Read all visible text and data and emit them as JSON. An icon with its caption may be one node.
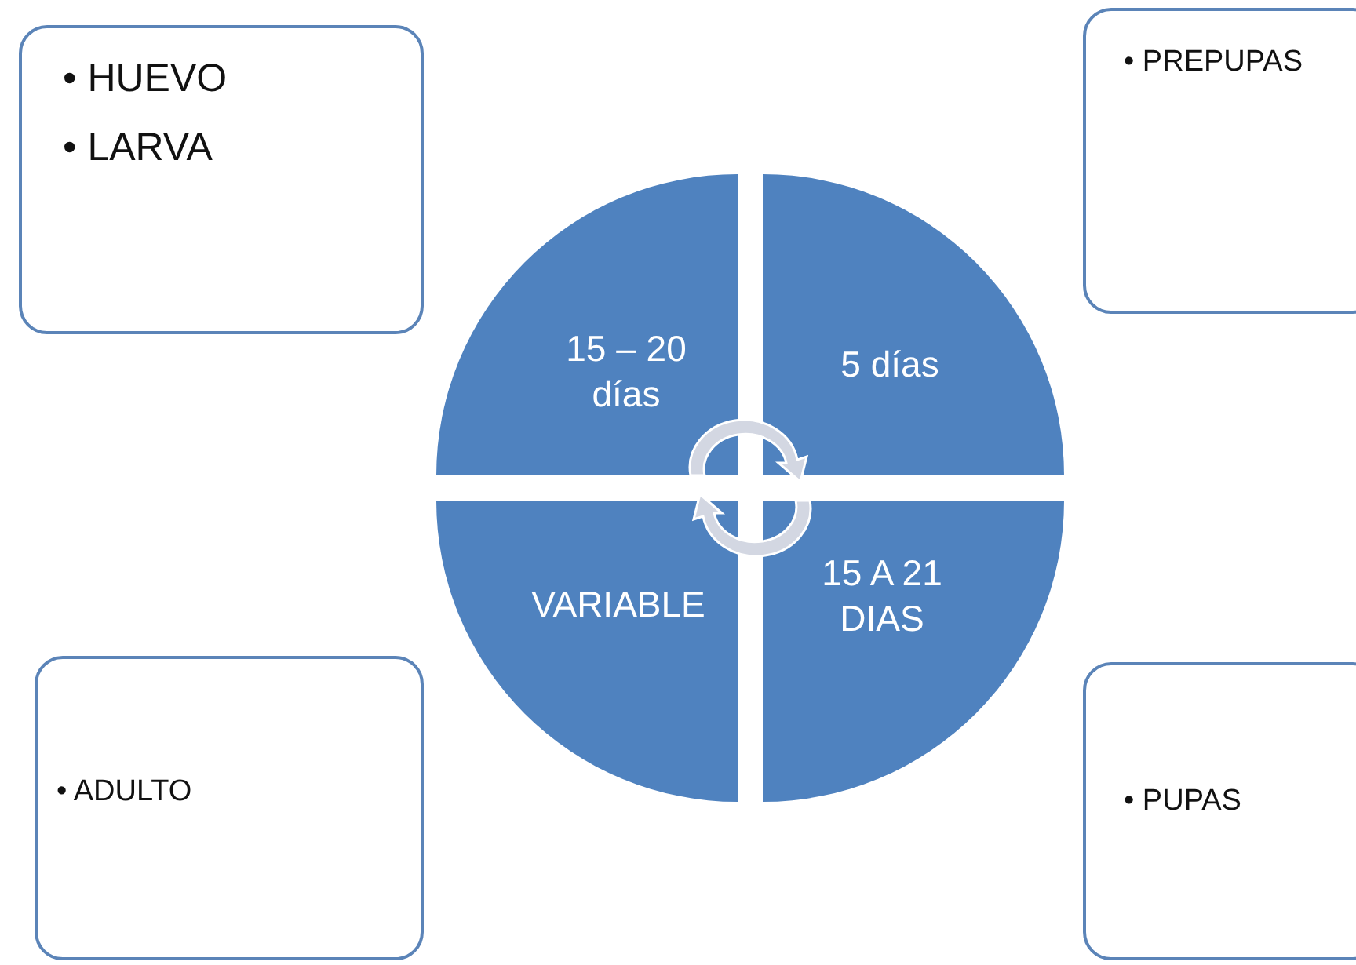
{
  "diagram": {
    "nodes": [
      {
        "text": [
          "• HUEVO",
          "• LARVA"
        ]
      },
      {
        "text": [
          "• PREPUPAS"
        ]
      },
      {
        "text": [
          "15 – 20 días"
        ]
      },
      {
        "text": [
          "5 días"
        ]
      },
      {
        "text": [
          "VARIABLE"
        ]
      },
      {
        "text": [
          "15 A 21 DIAS"
        ]
      },
      {
        "text": [
          "• ADULTO"
        ]
      },
      {
        "text": [
          "• PUPAS"
        ]
      }
    ]
  }
}
